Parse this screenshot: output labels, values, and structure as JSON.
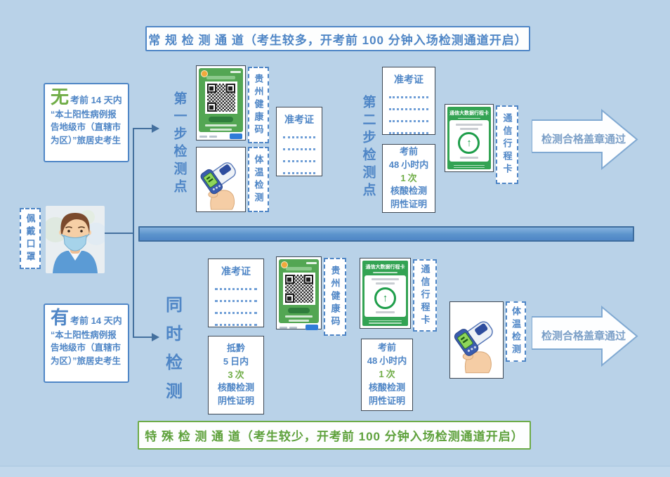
{
  "banners": {
    "regular": "常 规 检 测 通 道（考生较多，开考前 100 分钟入场检测通道开启）",
    "special": "特 殊 检 测 通 道（考生较少，开考前 100 分钟入场检测通道开启）"
  },
  "entry": {
    "mask_label": "佩戴口罩",
    "no_history": {
      "keyword": "无",
      "timeframe": "考前 14 天内",
      "description": "“本土阳性病例报告地级市（直辖市为区）”旅居史考生"
    },
    "has_history": {
      "keyword": "有",
      "timeframe": "考前 14 天内",
      "description": "“本土阳性病例报告地级市（直辖市为区）”旅居史考生"
    }
  },
  "regular_channel": {
    "step1_label": "第一步检测点",
    "step2_label": "第二步检测点",
    "pass_label": "检测合格盖章通过"
  },
  "special_channel": {
    "simultaneous_label": "同时检测",
    "pass_label": "检测合格盖章通过"
  },
  "cards": {
    "health_code_label": "贵州健康码",
    "temperature_label": "体温检测",
    "admission_ticket_title": "准考证",
    "travel_card_label": "通信行程卡",
    "travel_card_title": "通信大数据行程卡",
    "travel_arrow_glyph": "↑",
    "nat_48h": {
      "prefix": "考前",
      "window_value": "48",
      "window_unit": "小时内",
      "count_value": "1",
      "count_unit": "次",
      "test_name": "核酸检测",
      "result": "阴性证明"
    },
    "nat_5d": {
      "prefix": "抵黔",
      "window_value": "5",
      "window_unit": "日内",
      "count_value": "3",
      "count_unit": "次",
      "test_name": "核酸检测",
      "result": "阴性证明"
    }
  },
  "colors": {
    "background": "#b9d2e8",
    "accent_blue": "#4f86c6",
    "accent_green": "#70ad47",
    "divider_blue": "#5b93cc",
    "health_card_green": "#53a653",
    "travel_card_green": "#33a353",
    "button_blue": "#2f7cd8"
  }
}
